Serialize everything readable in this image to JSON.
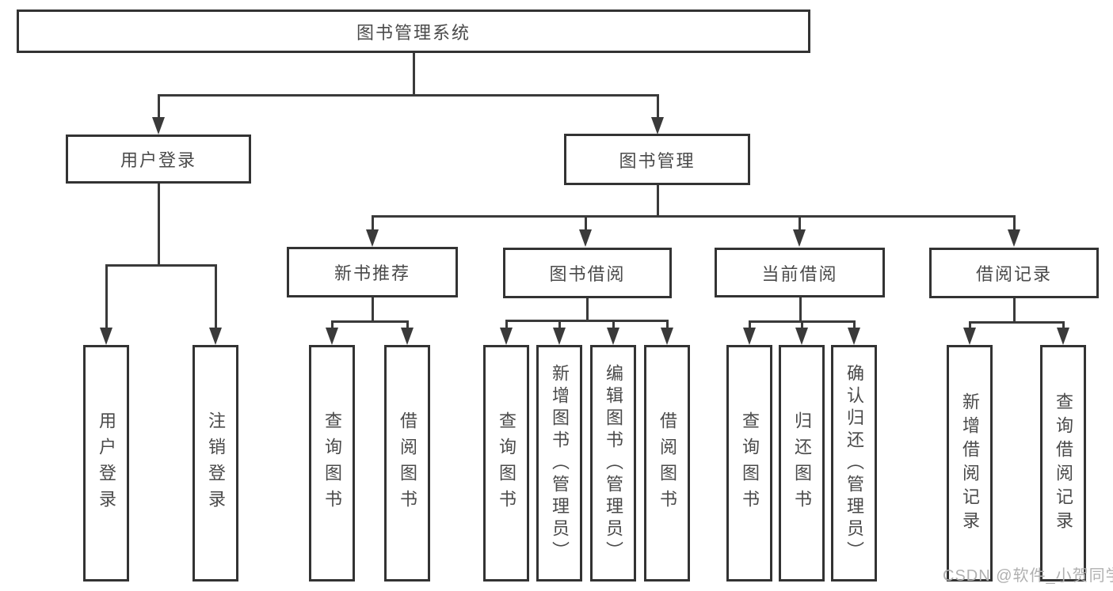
{
  "colors": {
    "line": "#3a3a3a",
    "box_border": "#333333",
    "text": "#4a4a4a",
    "watermark": "#b0b0b0",
    "background": "#ffffff"
  },
  "diagram": {
    "root": {
      "label": "图书管理系统"
    },
    "branches": [
      {
        "label": "用户登录",
        "children": [
          {
            "label": "用户登录"
          },
          {
            "label": "注销登录"
          }
        ]
      },
      {
        "label": "图书管理",
        "children": [
          {
            "label": "新书推荐",
            "children": [
              {
                "label": "查询图书"
              },
              {
                "label": "借阅图书"
              }
            ]
          },
          {
            "label": "图书借阅",
            "children": [
              {
                "label": "查询图书"
              },
              {
                "label": "新增图书（管理员）"
              },
              {
                "label": "编辑图书（管理员）"
              },
              {
                "label": "借阅图书"
              }
            ]
          },
          {
            "label": "当前借阅",
            "children": [
              {
                "label": "查询图书"
              },
              {
                "label": "归还图书"
              },
              {
                "label": "确认归还（管理员）"
              }
            ]
          },
          {
            "label": "借阅记录",
            "children": [
              {
                "label": "新增借阅记录"
              },
              {
                "label": "查询借阅记录"
              }
            ]
          }
        ]
      }
    ]
  },
  "watermark": {
    "text": "CSDN @软件_小贺同学"
  }
}
